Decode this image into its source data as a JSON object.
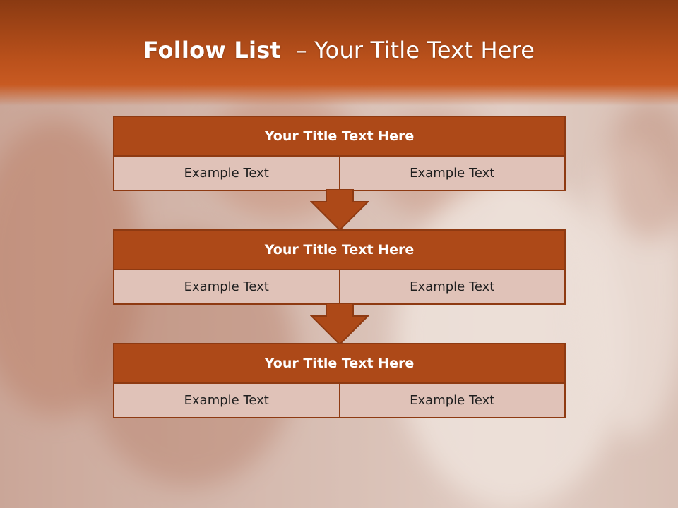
{
  "slide": {
    "title_bold": "Follow List",
    "title_rest": "– Your Title Text Here"
  },
  "steps": [
    {
      "title": "Your Title Text Here",
      "left": "Example Text",
      "right": "Example Text"
    },
    {
      "title": "Your Title Text Here",
      "left": "Example Text",
      "right": "Example Text"
    },
    {
      "title": "Your Title Text Here",
      "left": "Example Text",
      "right": "Example Text"
    }
  ],
  "colors": {
    "header": "#b9501b",
    "box_fill": "#ad4918",
    "cell_fill": "#e0c2b8",
    "arrow_fill": "#ad4918"
  }
}
